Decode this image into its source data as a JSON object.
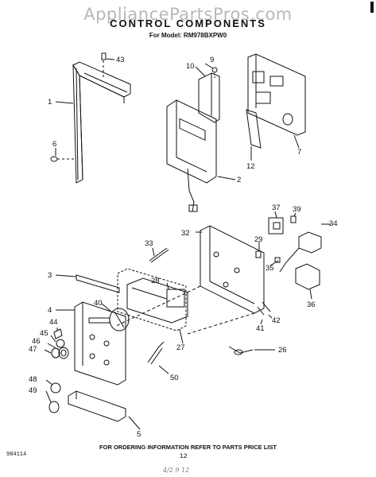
{
  "watermark": "AppliancePartsPros.com",
  "title": "CONTROL COMPONENTS",
  "model_line": "For Model: RM978BXPW0",
  "order_info": "FOR ORDERING INFORMATION REFER TO PARTS PRICE LIST",
  "diagram_code": "984114",
  "page_number": "12",
  "handwritten_note": "4/2 9 12",
  "callouts": {
    "c1": "1",
    "c2": "2",
    "c3": "3",
    "c4": "4",
    "c5": "5",
    "c6": "6",
    "c7": "7",
    "c9": "9",
    "c10": "10",
    "c12": "12",
    "c26": "26",
    "c27": "27",
    "c28": "28",
    "c29": "29",
    "c32": "32",
    "c33": "33",
    "c34": "34",
    "c35": "35",
    "c36": "36",
    "c37": "37",
    "c39": "39",
    "c40": "40",
    "c41": "41",
    "c42": "42",
    "c43": "43",
    "c44": "44",
    "c45": "45",
    "c46": "46",
    "c47": "47",
    "c48": "48",
    "c49": "49",
    "c50": "50"
  }
}
